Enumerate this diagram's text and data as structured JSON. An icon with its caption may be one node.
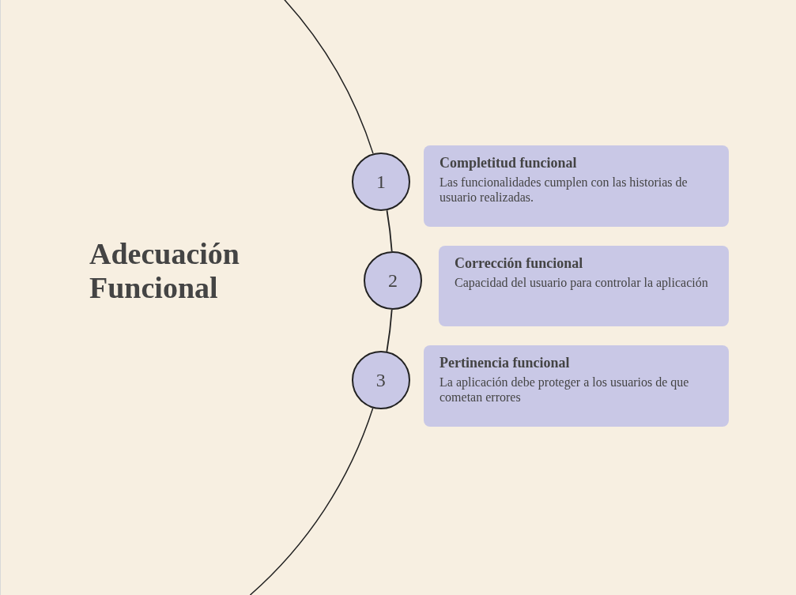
{
  "diagram": {
    "title": "Adecuación Funcional",
    "nodes": [
      {
        "text": [
          "1"
        ]
      },
      {
        "text": [
          "Completitud funcional",
          "Las funcionalidades cumplen con las historias de usuario realizadas."
        ]
      },
      {
        "text": [
          "2"
        ]
      },
      {
        "text": [
          "Corrección funcional",
          "Capacidad del usuario para controlar la aplicación"
        ]
      },
      {
        "text": [
          "3"
        ]
      },
      {
        "text": [
          "Pertinencia funcional",
          "La aplicación debe proteger a los usuarios de que cometan errores"
        ]
      }
    ],
    "edges": [
      {
        "from": 0,
        "to": 2,
        "arrow": "none"
      },
      {
        "from": 2,
        "to": 4,
        "arrow": "none"
      }
    ]
  }
}
